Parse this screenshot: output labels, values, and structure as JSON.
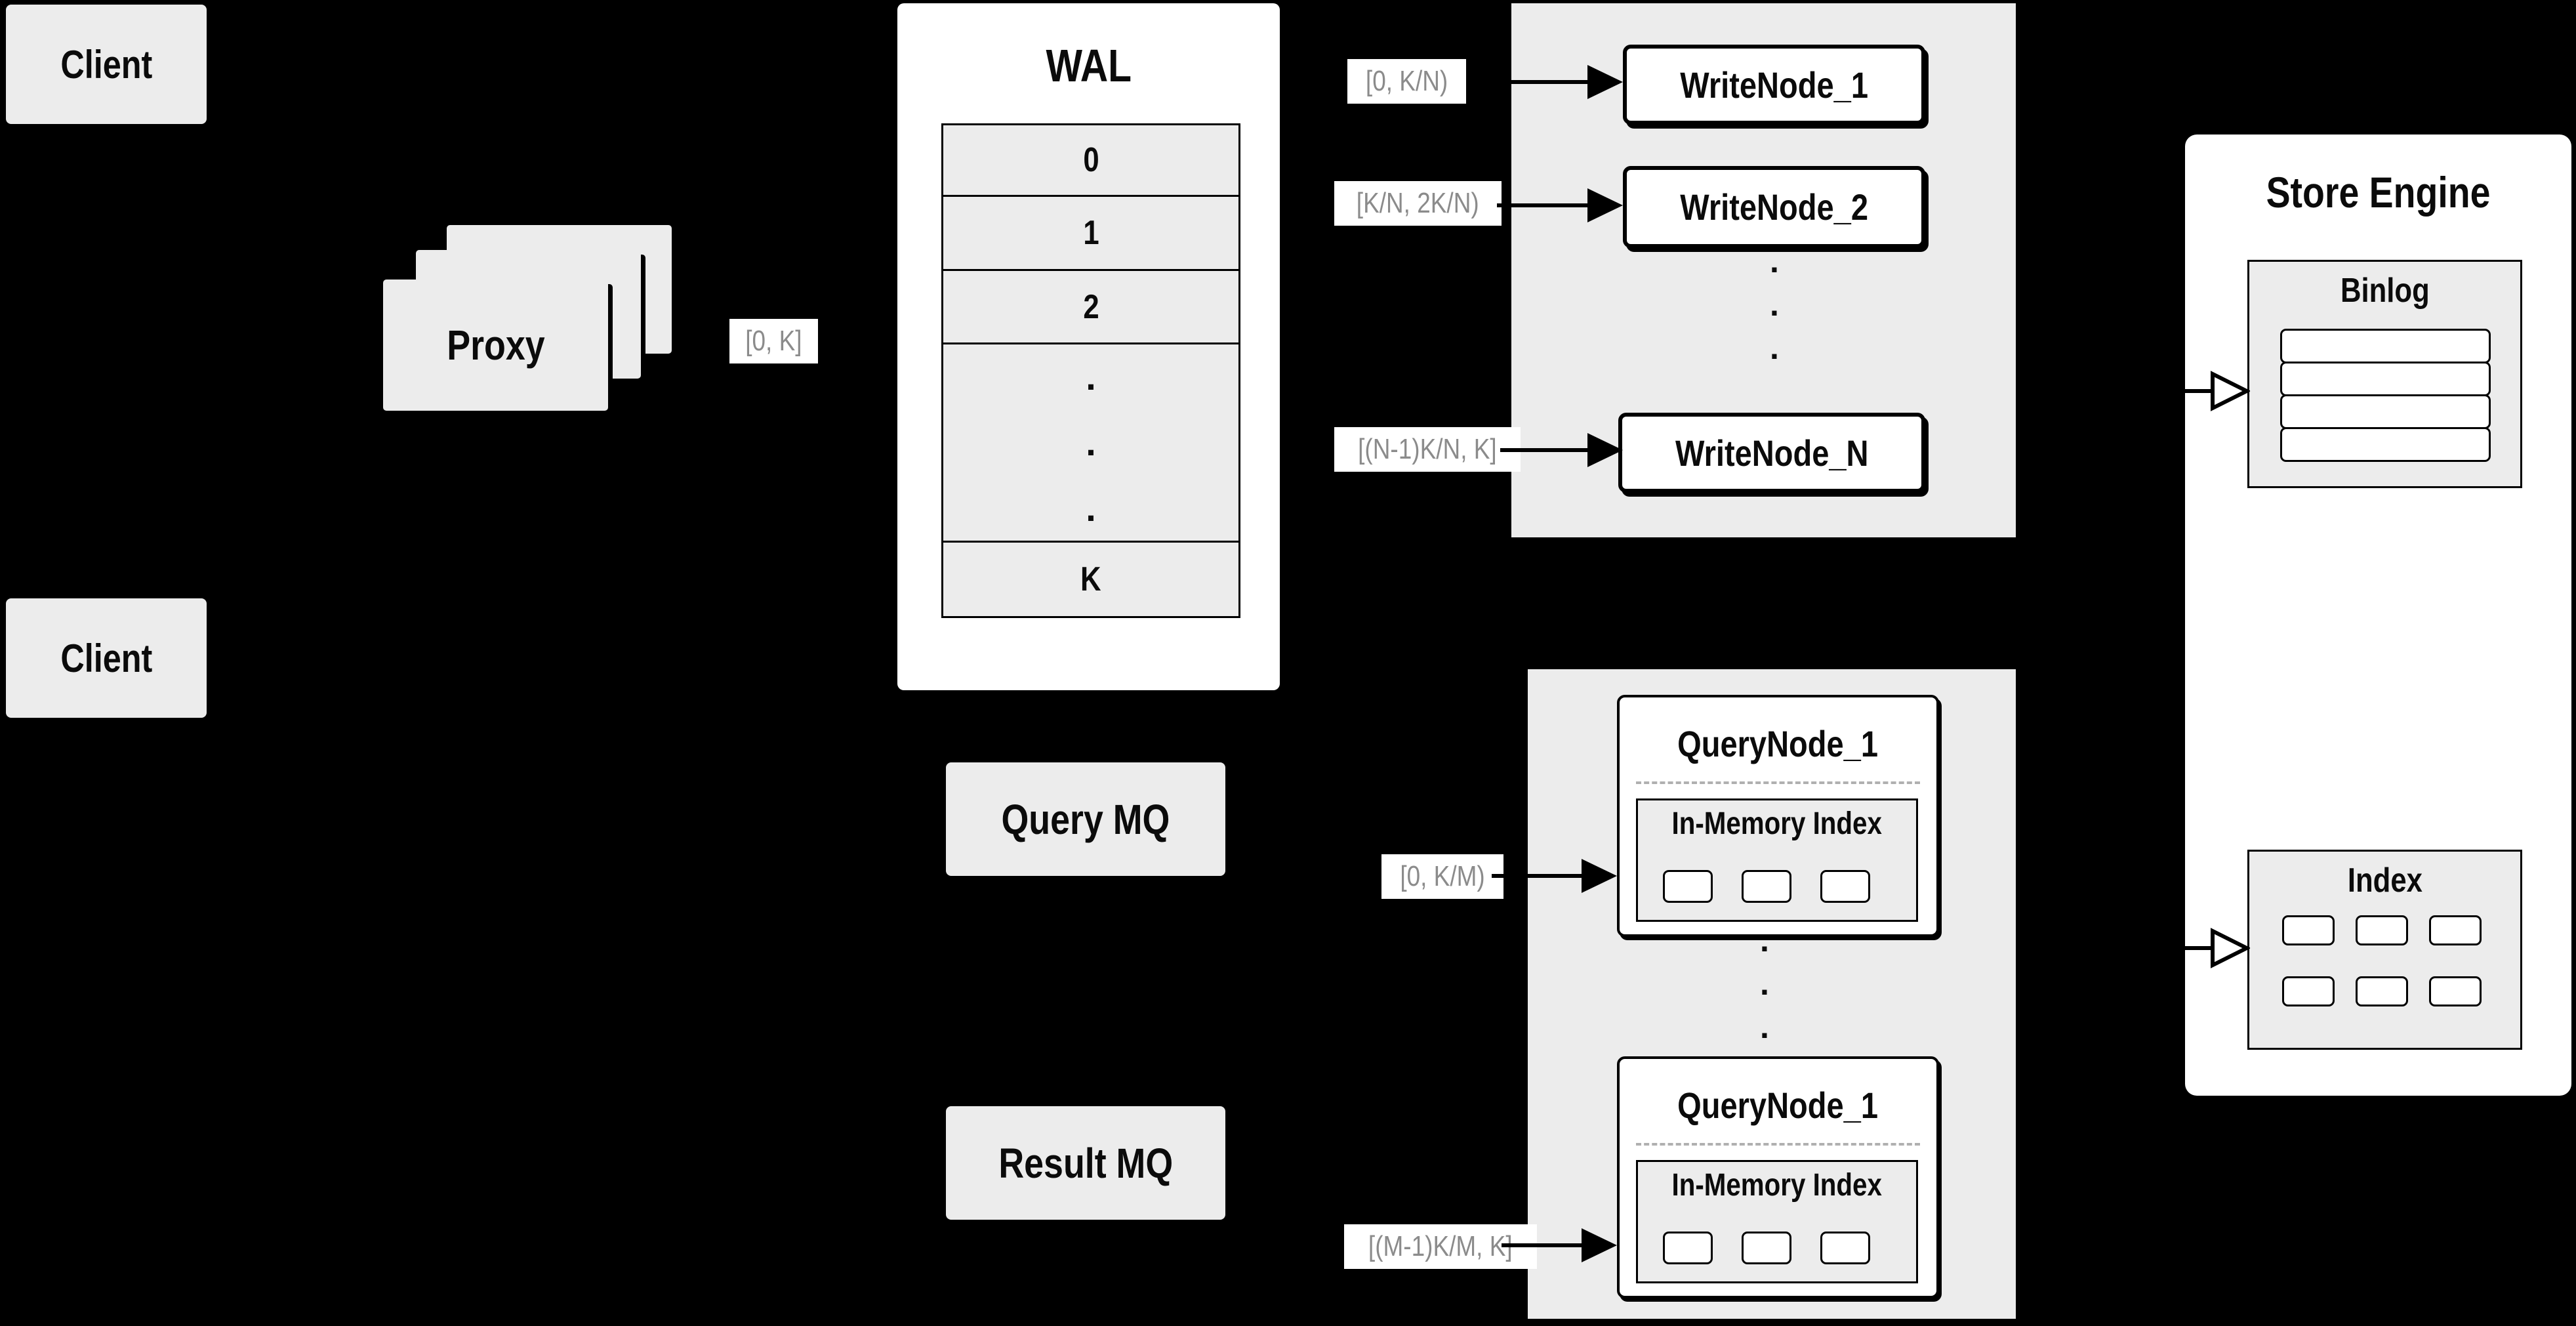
{
  "colors": {
    "background": "#000000",
    "panel_fill": "#ececec",
    "box_fill": "#ffffff",
    "line": "#000000",
    "muted_label_text": "#8b8b8b"
  },
  "client_top": {
    "label": "Client"
  },
  "client_bottom": {
    "label": "Client"
  },
  "proxy": {
    "label": "Proxy"
  },
  "wal": {
    "title": "WAL",
    "rows": [
      "0",
      "1",
      "2"
    ],
    "dots": ".\n.\n.",
    "last_row": "K"
  },
  "range_labels": {
    "proxy_out": "[0, K]",
    "write_1": "[0, K/N)",
    "write_2": "[K/N, 2K/N)",
    "write_n": "[(N-1)K/N, K]",
    "query_1": "[0, K/M)",
    "query_m": "[(M-1)K/M, K]"
  },
  "write_panel": {
    "node_1": "WriteNode_1",
    "node_2": "WriteNode_2",
    "node_n": "WriteNode_N",
    "dots": ".\n.\n."
  },
  "mq": {
    "query": "Query MQ",
    "result": "Result MQ"
  },
  "query_panel": {
    "dots": ".\n.\n.",
    "top": {
      "title": "QueryNode_1",
      "memory_index": "In-Memory Index"
    },
    "bottom": {
      "title": "QueryNode_1",
      "memory_index": "In-Memory Index"
    }
  },
  "store_engine": {
    "title": "Store Engine",
    "binlog_title": "Binlog",
    "index_title": "Index"
  }
}
